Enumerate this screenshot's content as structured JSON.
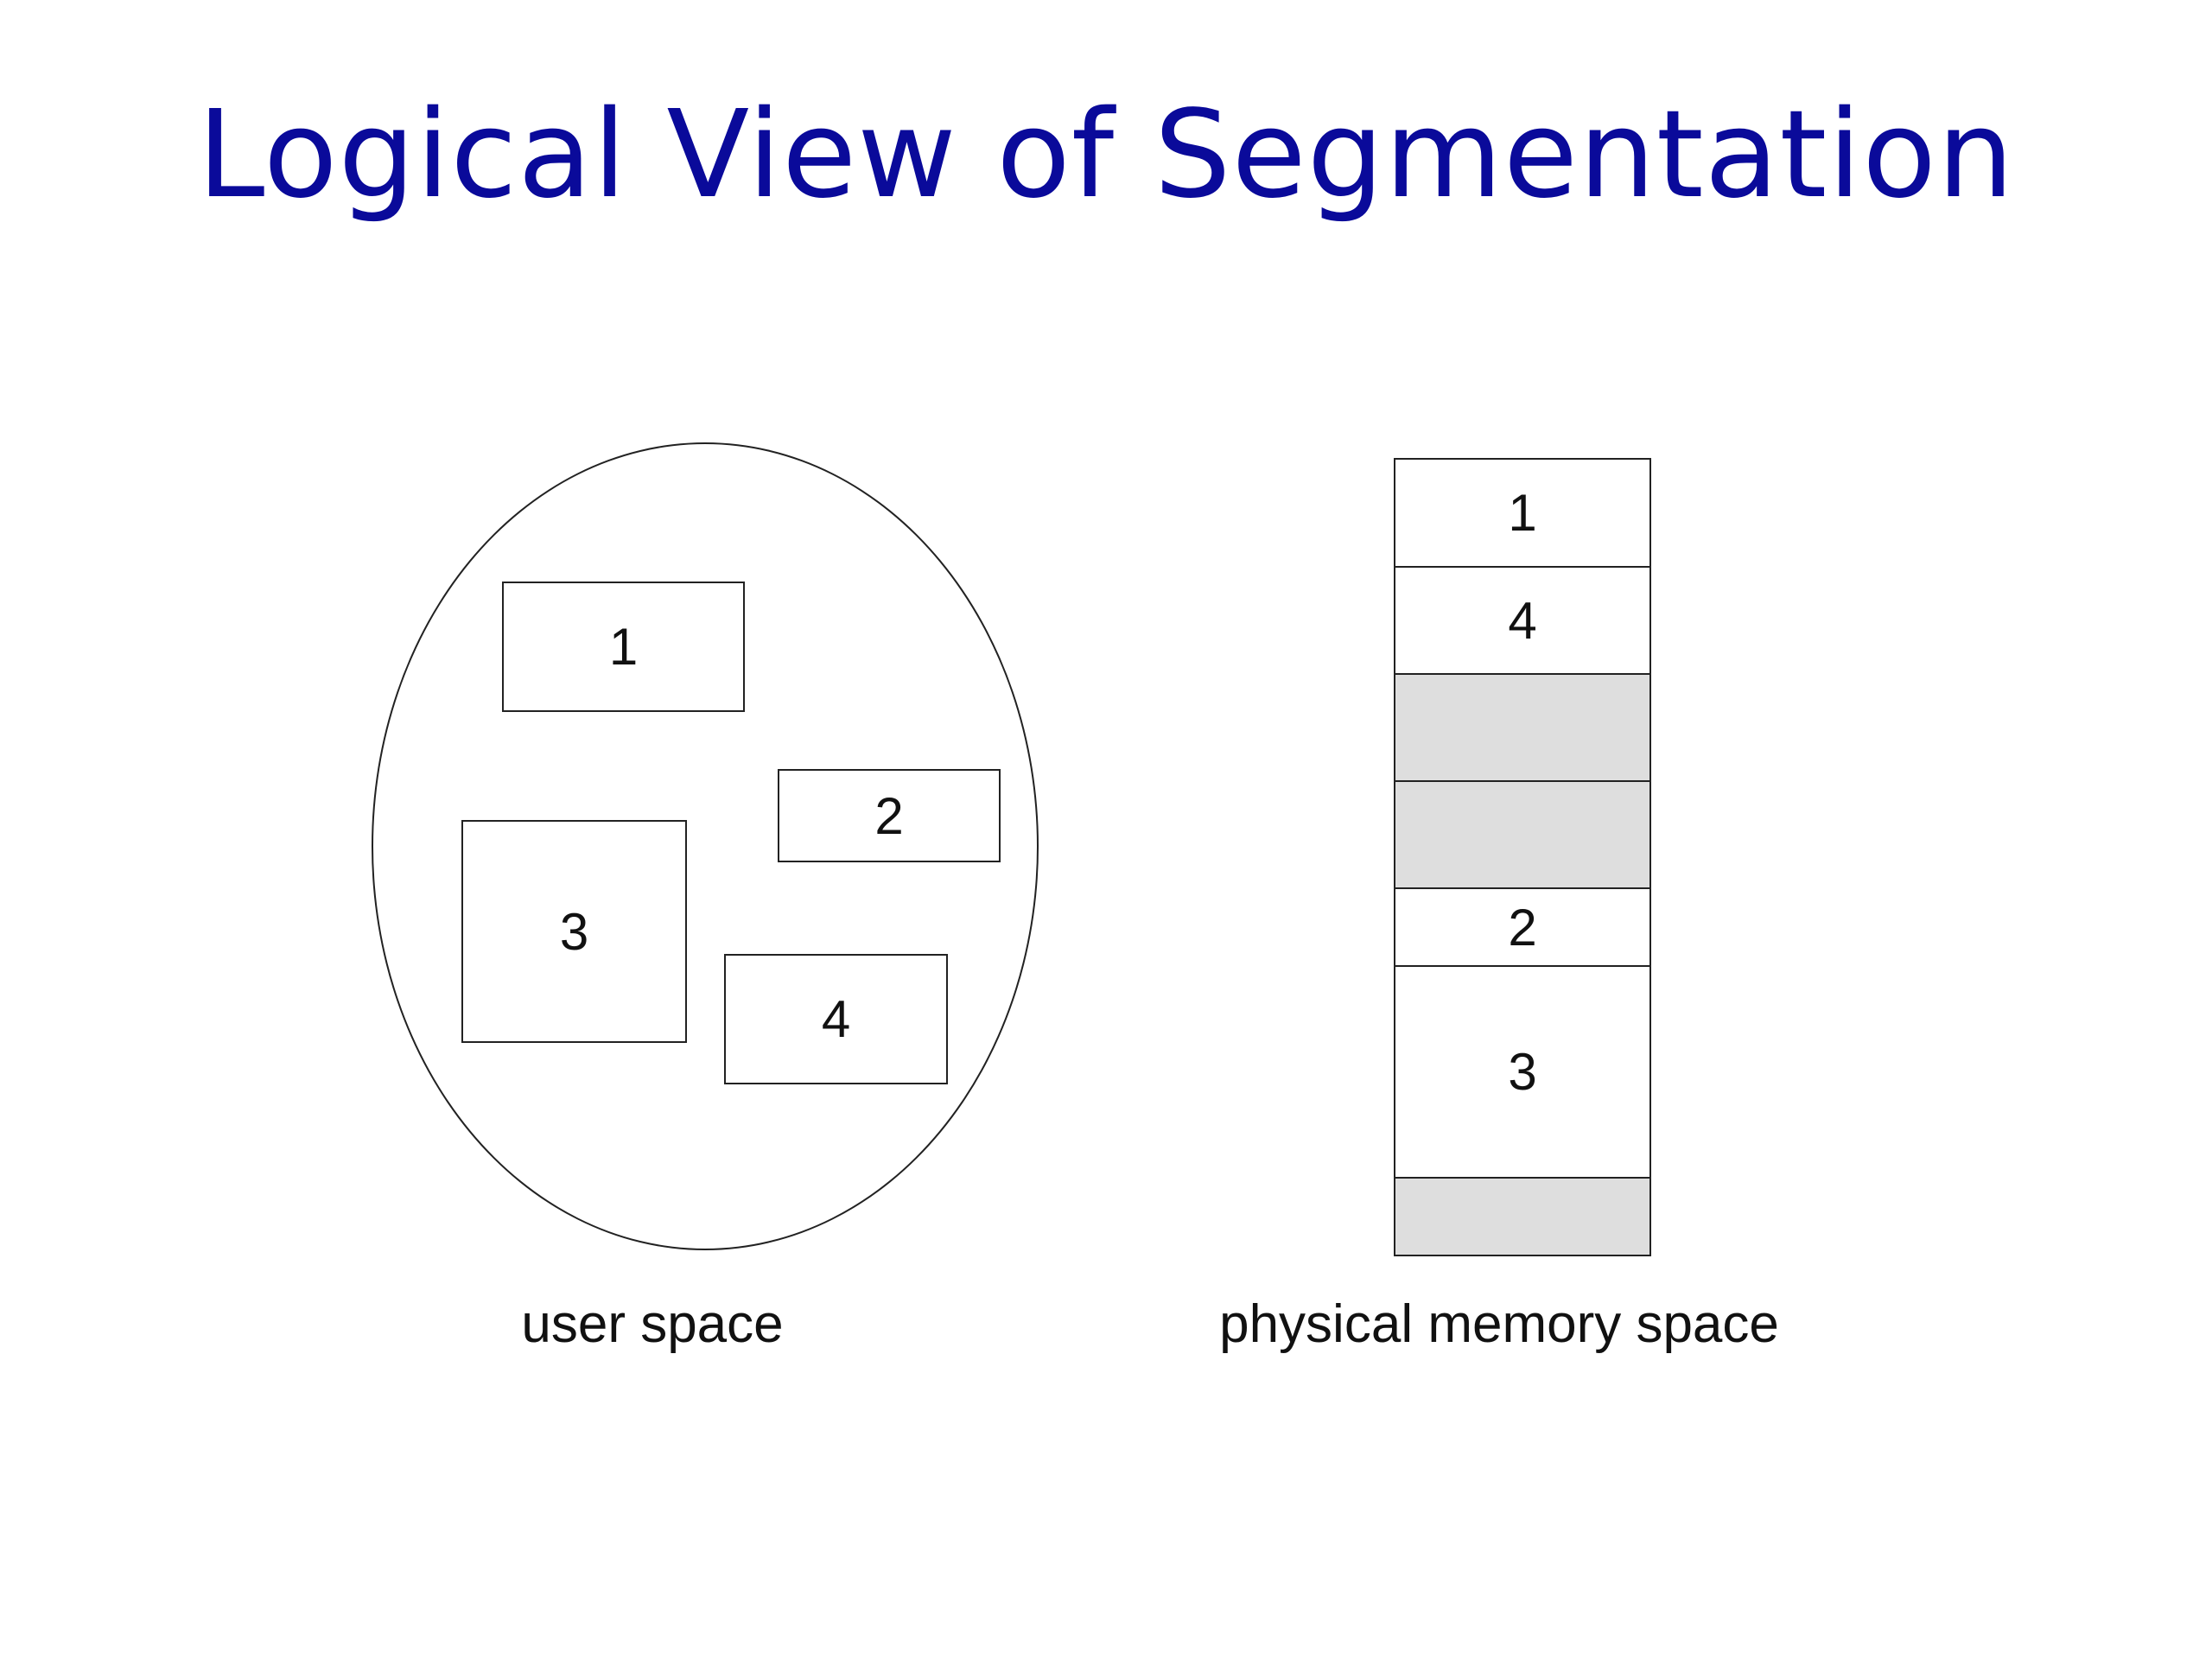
{
  "title": "Logical View of Segmentation",
  "colors": {
    "title": "#0a0a9a",
    "free_block": "#dedede",
    "segment_block": "#ffffff",
    "outline": "#222222"
  },
  "user_space": {
    "caption": "user space",
    "segments": [
      {
        "label": "1"
      },
      {
        "label": "2"
      },
      {
        "label": "3"
      },
      {
        "label": "4"
      }
    ]
  },
  "physical_memory": {
    "caption": "physical memory space",
    "blocks": [
      {
        "label": "1",
        "free": false
      },
      {
        "label": "4",
        "free": false
      },
      {
        "label": "",
        "free": true
      },
      {
        "label": "",
        "free": true
      },
      {
        "label": "2",
        "free": false
      },
      {
        "label": "3",
        "free": false
      },
      {
        "label": "",
        "free": true
      }
    ]
  }
}
